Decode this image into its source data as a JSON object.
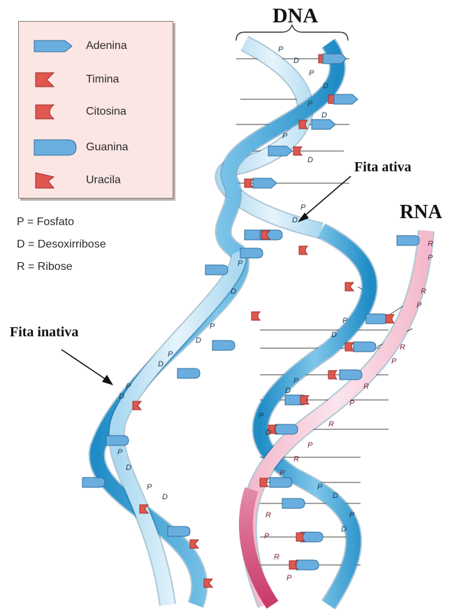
{
  "title_dna": "DNA",
  "title_rna": "RNA",
  "label_active": "Fita ativa",
  "label_inactive": "Fita inativa",
  "legend": [
    {
      "label": "Adenina",
      "shape": "adenine"
    },
    {
      "label": "Timina",
      "shape": "thymine"
    },
    {
      "label": "Citosina",
      "shape": "cytosine"
    },
    {
      "label": "Guanina",
      "shape": "guanine"
    },
    {
      "label": "Uracila",
      "shape": "uracil"
    }
  ],
  "abbreviations": [
    "P = Fosfato",
    "D = Desoxirribose",
    "R = Ribose"
  ],
  "strand_letters": {
    "phosphate": "P",
    "deoxyribose": "D",
    "ribose": "R"
  },
  "colors": {
    "dna_strand": "#3aa3d6",
    "dna_strand_light": "#bfe3f5",
    "rna_strand": "#f0b6c8",
    "rna_strand_dark": "#d9517d",
    "base_blue": "#6aaee0",
    "base_red": "#e0574f",
    "legend_bg": "#fbe6e4"
  }
}
